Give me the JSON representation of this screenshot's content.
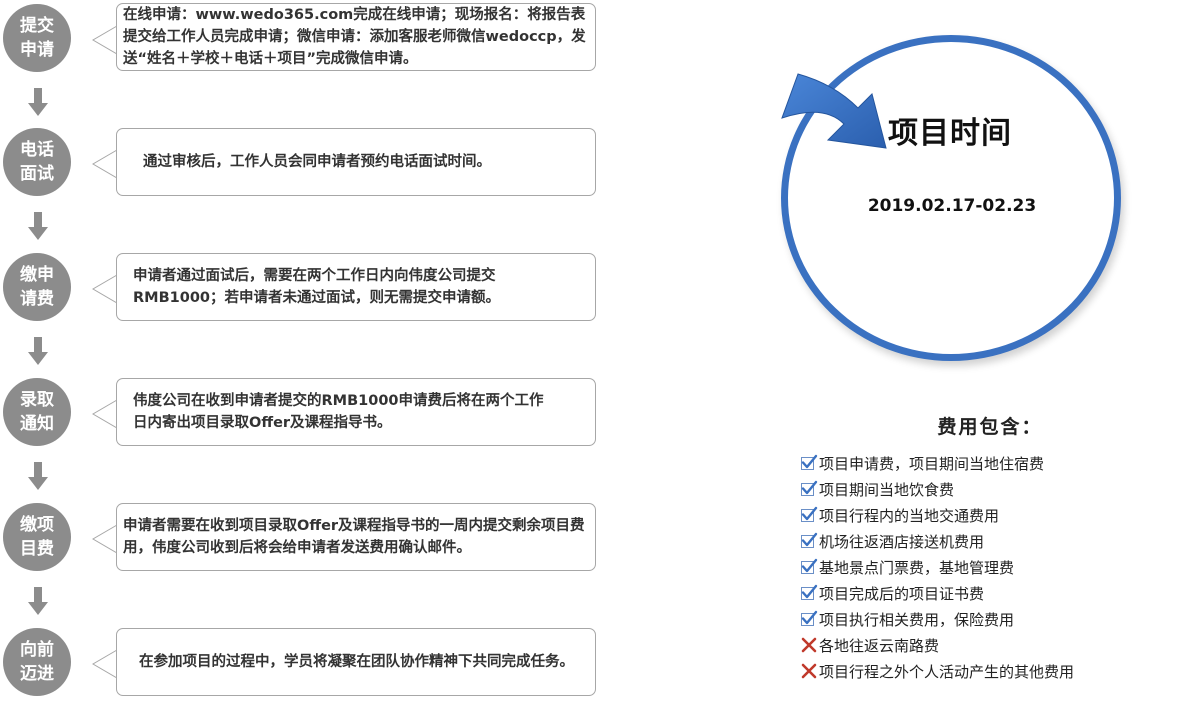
{
  "steps": [
    {
      "line1": "提交",
      "line2": "申请",
      "desc": "在线申请：www.wedo365.com完成在线申请；现场报名：将报告表提交给工作人员完成申请；微信申请：添加客服老师微信wedoccp，发送“姓名＋学校＋电话＋项目”完成微信申请。"
    },
    {
      "line1": "电话",
      "line2": "面试",
      "desc": "通过审核后，工作人员会同申请者预约电话面试时间。"
    },
    {
      "line1": "缴申",
      "line2": "请费",
      "desc": "申请者通过面试后，需要在两个工作日内向伟度公司提交RMB1000；若申请者未通过面试，则无需提交申请额。"
    },
    {
      "line1": "录取",
      "line2": "通知",
      "desc": "伟度公司在收到申请者提交的RMB1000申请费后将在两个工作日内寄出项目录取Offer及课程指导书。"
    },
    {
      "line1": "缴项",
      "line2": "目费",
      "desc": "申请者需要在收到项目录取Offer及课程指导书的一周内提交剩余项目费用，伟度公司收到后将会给申请者发送费用确认邮件。"
    },
    {
      "line1": "向前",
      "line2": "迈进",
      "desc": "在参加项目的过程中，学员将凝聚在团队协作精神下共同完成任务。"
    }
  ],
  "project": {
    "title": "项目时间",
    "date": "2019.02.17-02.23"
  },
  "fees": {
    "title": "费用包含：",
    "items": [
      {
        "text": "项目申请费，项目期间当地住宿费",
        "included": true
      },
      {
        "text": "项目期间当地饮食费",
        "included": true
      },
      {
        "text": "项目行程内的当地交通费用",
        "included": true
      },
      {
        "text": "机场往返酒店接送机费用",
        "included": true
      },
      {
        "text": "基地景点门票费，基地管理费",
        "included": true
      },
      {
        "text": "项目完成后的项目证书费",
        "included": true
      },
      {
        "text": "项目执行相关费用，保险费用",
        "included": true
      },
      {
        "text": "各地往返云南路费",
        "included": false
      },
      {
        "text": "项目行程之外个人活动产生的其他费用",
        "included": false
      }
    ]
  },
  "colors": {
    "step_circle": "#8c8c8c",
    "ring": "#3a71c1",
    "check": "#3a71c1",
    "cross": "#c0392b"
  },
  "icons": {
    "included": "checkmark-icon",
    "excluded": "cross-icon"
  }
}
